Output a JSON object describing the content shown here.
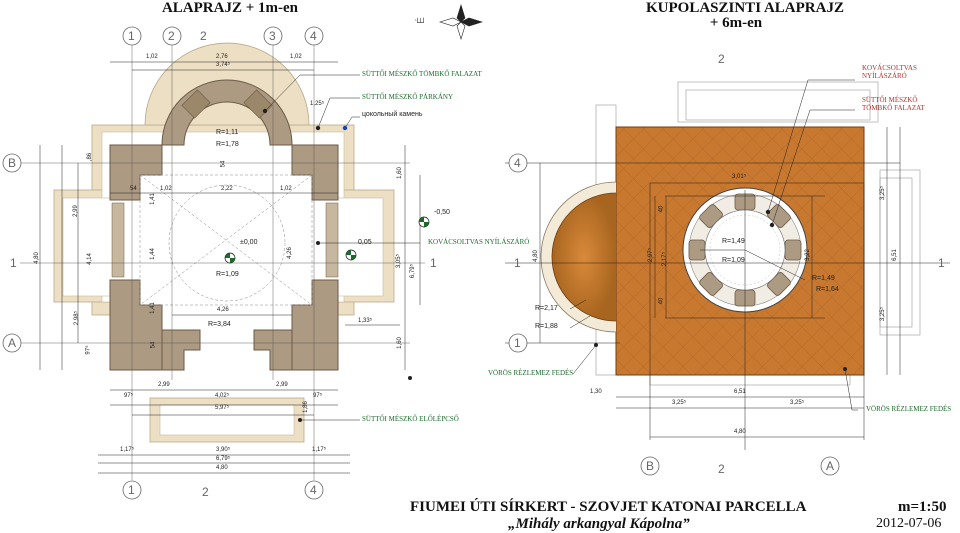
{
  "titles": {
    "left": "ALAPRAJZ + 1m-en",
    "right_line1": "KUPOLASZINTI ALAPRAJZ",
    "right_line2": "+ 6m-en"
  },
  "footer": {
    "main": "FIUMEI ÚTI SÍRKERT - SZOVJET KATONAI PARCELLA",
    "sub": "„Mihály arkangyal Kápolna”",
    "scale": "m=1:50",
    "date": "2012-07-06"
  },
  "compass": {
    "label": "É"
  },
  "colors": {
    "wall": "#ad9a82",
    "wall_dark": "#6c5a47",
    "plinth": "#ecdfc4",
    "roof": "#c8792f",
    "green_text": "#1c6b2b",
    "red_text": "#b0342c"
  },
  "left_plan": {
    "axes_top": [
      "1",
      "2",
      "2",
      "3",
      "4"
    ],
    "axes_bottom": [
      "1",
      "2",
      "4"
    ],
    "axes_left": [
      "B",
      "1",
      "A"
    ],
    "axis_right": "1",
    "notes": {
      "n1": "SÜTTŐI MÉSZKŐ TÖMBKŐ FALAZAT",
      "n2": "SÜTTŐI MÉSZKŐ PÁRKÁNY",
      "n3": "цокольный камень",
      "n4": "KOVÁCSOLTVAS NYÍLÁSZÁRÓ",
      "n5": "SÜTTŐI MÉSZKŐ ELŐLÉPCSŐ"
    },
    "levels": {
      "center": "±0,00",
      "side": "0,05",
      "outer": "-0,50"
    },
    "radii": {
      "r1": "R=1,11",
      "r2": "R=1,78",
      "r3": "R=1,09",
      "r4": "R=3,84"
    },
    "dims_top": {
      "a": "1,02",
      "b": "2,76",
      "c": "3,74⁵",
      "d": "1,02",
      "e": "1,25⁵"
    },
    "dims_inner": {
      "a": "54",
      "b": "1,02",
      "c": "2,22",
      "d": "1,02",
      "e": "54",
      "f": "4,26",
      "g": "4,26",
      "h": "1,44",
      "i": "1,41",
      "j": "1,41",
      "k": "54",
      "l": "1,33⁵",
      "m": "1,60",
      "n": "1,60",
      "o": "3,05⁵",
      "p": "6,79⁵"
    },
    "dims_left": {
      "a": ",86",
      "b": "2,99",
      "c": "4,80",
      "d": "4,14",
      "e": "2,98⁵",
      "f": "97⁵"
    },
    "dims_bottom": {
      "a": "2,99",
      "b": "2,99",
      "c": "97⁵",
      "d": "4,02⁵",
      "e": "97⁵",
      "f": "5,97⁵",
      "g": "1,86",
      "h": "1,17⁵",
      "i": "3,90⁵",
      "j": "1,17⁵",
      "k": "6,79⁵",
      "l": "4,80"
    }
  },
  "right_plan": {
    "axis_top": "2",
    "axes_left": [
      "4",
      "1",
      "1"
    ],
    "axes_bottom": [
      "B",
      "2",
      "A"
    ],
    "axis_right": "1",
    "notes": {
      "n1_line1": "KOVÁCSOLTVAS",
      "n1_line2": "NYÍLÁSZÁRÓ",
      "n2_line1": "SÜTTŐI MÉSZKŐ",
      "n2_line2": "TÖMBKŐ FALAZAT",
      "n3": "VÖRÖS RÉZLEMEZ FEDÉS",
      "n4": "VÖRÖS RÉZLEMEZ FEDÉS"
    },
    "radii": {
      "r1": "R=1,49",
      "r2": "R=1,09",
      "r3": "R=1,49",
      "r4": "R=1,64",
      "r5": "R=2,17",
      "r6": "R=1,88"
    },
    "dims": {
      "a": "3,01⁵",
      "b": "40",
      "c": "2,97⁵",
      "d": "2,17⁵",
      "e": "40",
      "f": "3,22",
      "g": "3,25⁵",
      "h": "6,51",
      "i": "3,25⁵",
      "j": "4,80",
      "k": "1,30",
      "l": "6,51",
      "m": "3,25⁵",
      "n": "3,25⁵",
      "o": "4,80"
    }
  }
}
